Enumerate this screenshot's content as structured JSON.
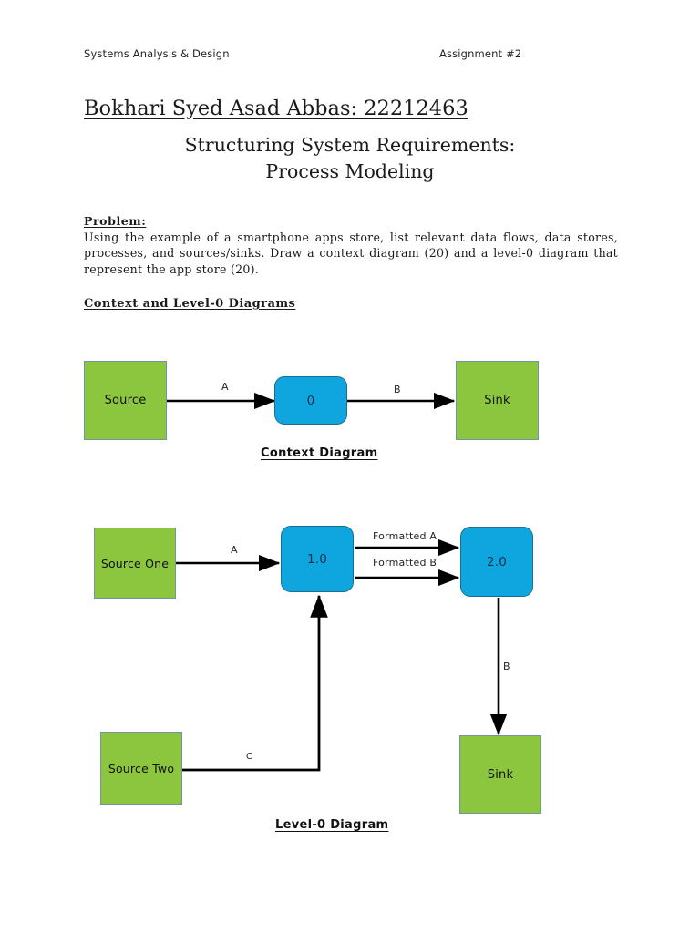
{
  "header": {
    "course": "Systems Analysis & Design",
    "assignment": "Assignment #2"
  },
  "title": {
    "student": "Bokhari Syed Asad Abbas: 22212463",
    "line1": "Structuring System Requirements:",
    "line2": "Process Modeling"
  },
  "problem": {
    "label": "Problem:",
    "text": "Using the example of a smartphone apps store, list relevant data flows, data stores, processes, and sources/sinks. Draw a context diagram (20) and a level-0 diagram that represent the app store (20)."
  },
  "section_heading": "Context and Level-0 Diagrams",
  "colors": {
    "external_entity_fill": "#8CC63F",
    "external_entity_border": "#7593A8",
    "process_fill": "#0FA6E0",
    "process_border": "#1B6E92",
    "connector": "#000000"
  },
  "context_diagram": {
    "caption": "Context Diagram",
    "nodes": [
      {
        "id": "source",
        "type": "external-entity",
        "label": "Source"
      },
      {
        "id": "process0",
        "type": "process",
        "label": "0"
      },
      {
        "id": "sink",
        "type": "external-entity",
        "label": "Sink"
      }
    ],
    "flows": [
      {
        "id": "flow-a",
        "label": "A",
        "from": "source",
        "to": "process0"
      },
      {
        "id": "flow-b",
        "label": "B",
        "from": "process0",
        "to": "sink"
      }
    ]
  },
  "level0_diagram": {
    "caption": "Level-0 Diagram",
    "nodes": [
      {
        "id": "source-one",
        "type": "external-entity",
        "label": "Source One"
      },
      {
        "id": "process1",
        "type": "process",
        "label": "1.0"
      },
      {
        "id": "process2",
        "type": "process",
        "label": "2.0"
      },
      {
        "id": "source-two",
        "type": "external-entity",
        "label": "Source Two"
      },
      {
        "id": "sink",
        "type": "external-entity",
        "label": "Sink"
      }
    ],
    "flows": [
      {
        "id": "flow-a",
        "label": "A",
        "from": "source-one",
        "to": "process1"
      },
      {
        "id": "flow-formatted-a",
        "label": "Formatted A",
        "from": "process1",
        "to": "process2"
      },
      {
        "id": "flow-formatted-b",
        "label": "Formatted B",
        "from": "process1",
        "to": "process2"
      },
      {
        "id": "flow-c",
        "label": "C",
        "from": "source-two",
        "to": "process1"
      },
      {
        "id": "flow-b",
        "label": "B",
        "from": "process2",
        "to": "sink"
      }
    ]
  }
}
